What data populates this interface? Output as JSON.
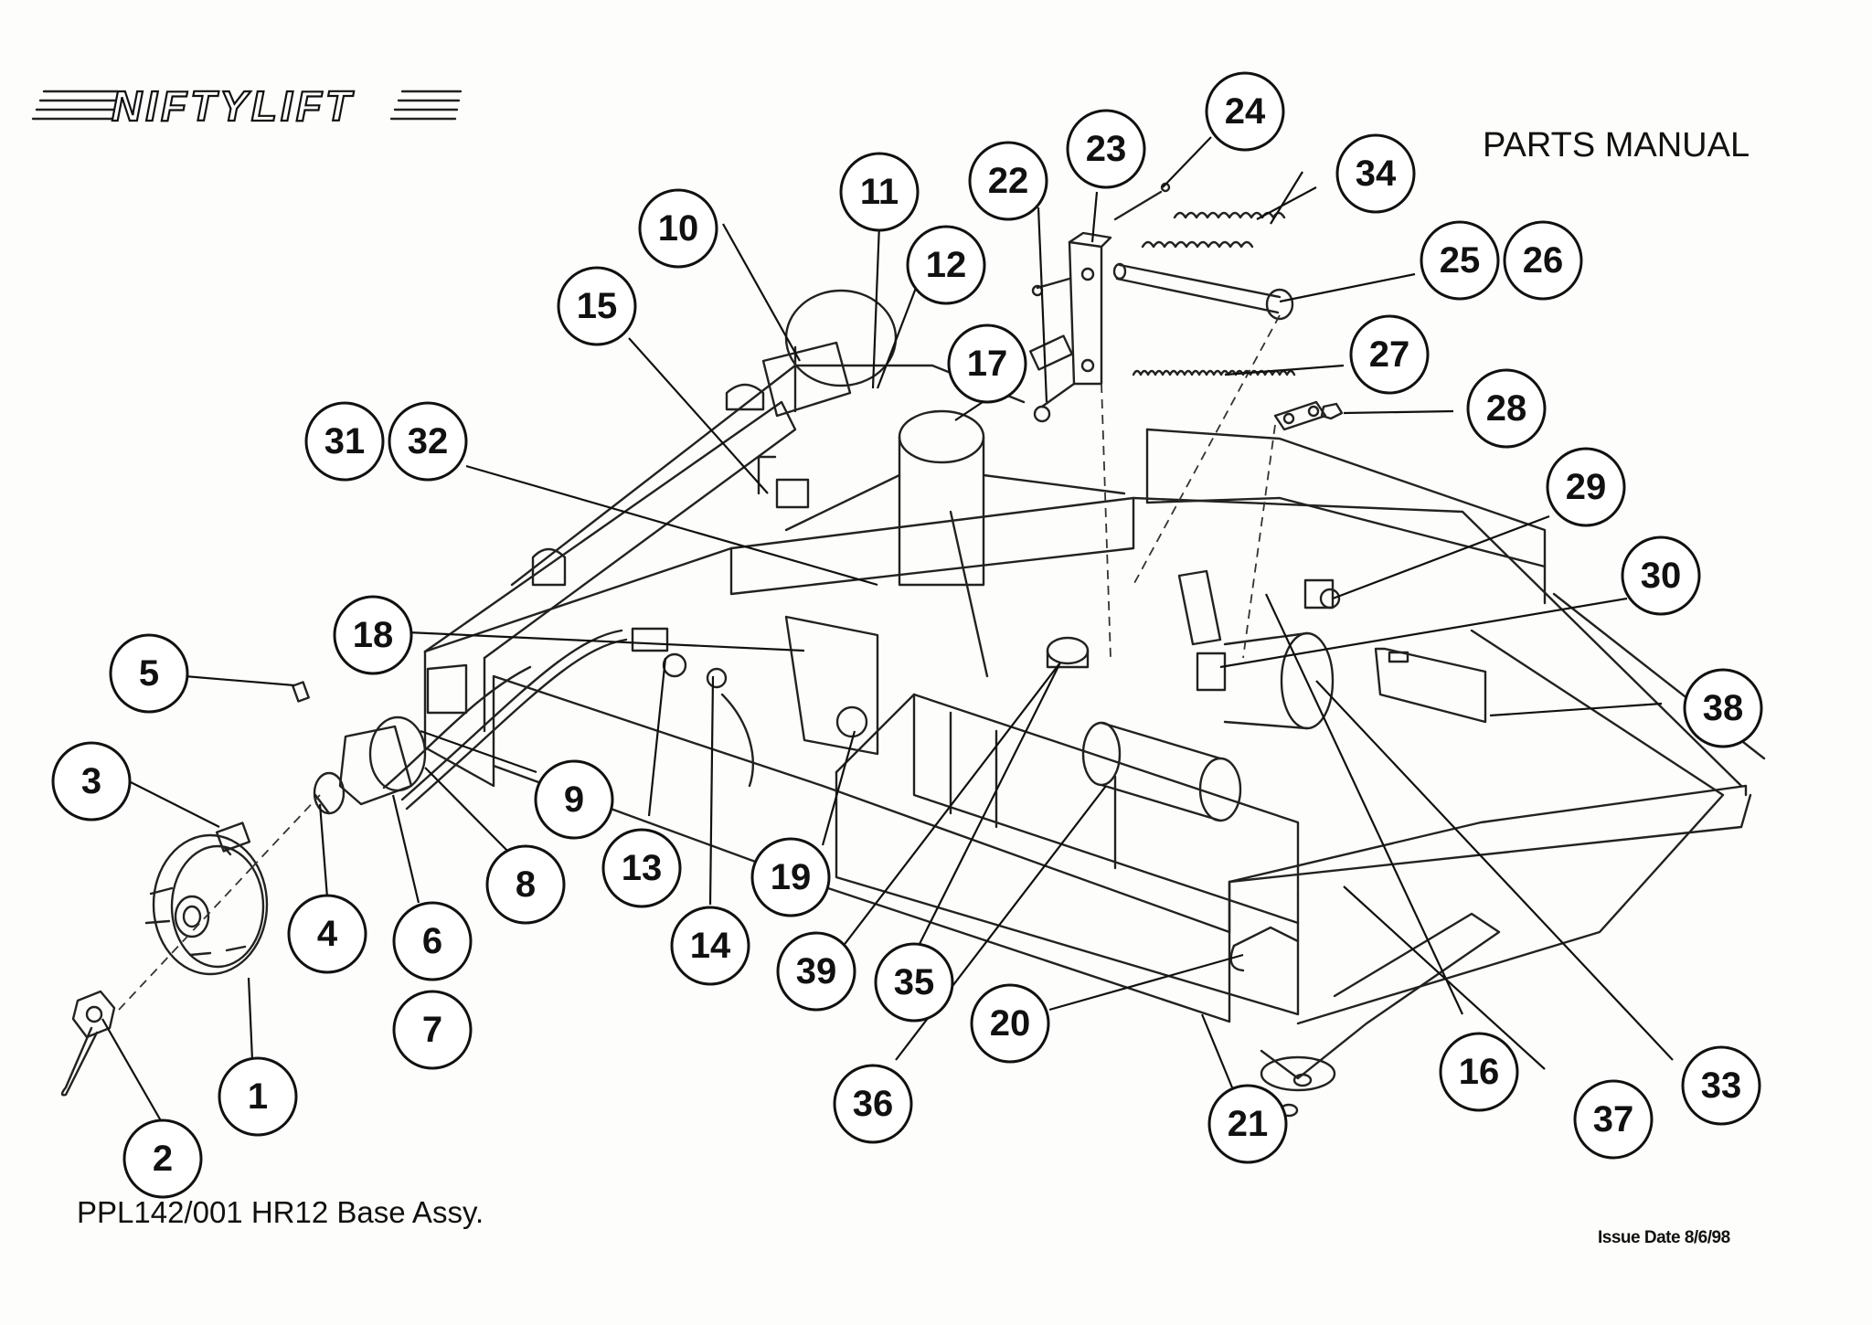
{
  "header": {
    "brand": "NIFTYLIFT",
    "doc_type": "PARTS MANUAL"
  },
  "footer": {
    "part_number": "PPL142/001  HR12 Base Assy.",
    "issue_date": "Issue Date 8/6/98"
  },
  "callouts": [
    {
      "label": "1"
    },
    {
      "label": "2"
    },
    {
      "label": "3"
    },
    {
      "label": "4"
    },
    {
      "label": "5"
    },
    {
      "label": "6"
    },
    {
      "label": "7"
    },
    {
      "label": "8"
    },
    {
      "label": "9"
    },
    {
      "label": "10"
    },
    {
      "label": "11"
    },
    {
      "label": "12"
    },
    {
      "label": "13"
    },
    {
      "label": "14"
    },
    {
      "label": "15"
    },
    {
      "label": "16"
    },
    {
      "label": "17"
    },
    {
      "label": "18"
    },
    {
      "label": "19"
    },
    {
      "label": "20"
    },
    {
      "label": "21"
    },
    {
      "label": "22"
    },
    {
      "label": "23"
    },
    {
      "label": "24"
    },
    {
      "label": "25"
    },
    {
      "label": "26"
    },
    {
      "label": "27"
    },
    {
      "label": "28"
    },
    {
      "label": "29"
    },
    {
      "label": "30"
    },
    {
      "label": "31"
    },
    {
      "label": "32"
    },
    {
      "label": "33"
    },
    {
      "label": "34"
    },
    {
      "label": "35"
    },
    {
      "label": "36"
    },
    {
      "label": "37"
    },
    {
      "label": "38"
    },
    {
      "label": "39"
    }
  ]
}
